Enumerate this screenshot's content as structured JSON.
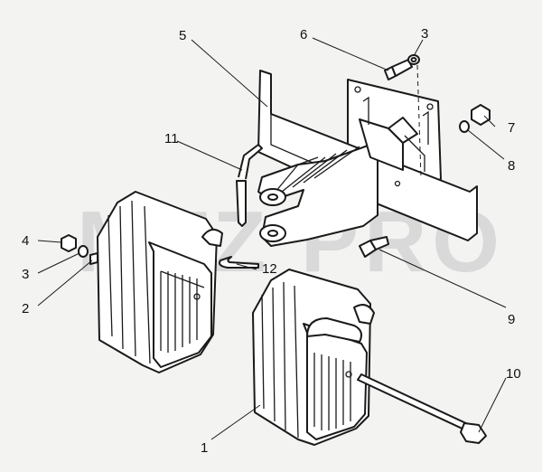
{
  "watermark": "MTZ PRO",
  "callouts": [
    {
      "id": "c1",
      "label": "1"
    },
    {
      "id": "c2",
      "label": "2"
    },
    {
      "id": "c3a",
      "label": "3"
    },
    {
      "id": "c3b",
      "label": "3"
    },
    {
      "id": "c4",
      "label": "4"
    },
    {
      "id": "c5",
      "label": "5"
    },
    {
      "id": "c6",
      "label": "6"
    },
    {
      "id": "c7",
      "label": "7"
    },
    {
      "id": "c8",
      "label": "8"
    },
    {
      "id": "c9",
      "label": "9"
    },
    {
      "id": "c10",
      "label": "10"
    },
    {
      "id": "c11",
      "label": "11"
    },
    {
      "id": "c12",
      "label": "12"
    }
  ]
}
